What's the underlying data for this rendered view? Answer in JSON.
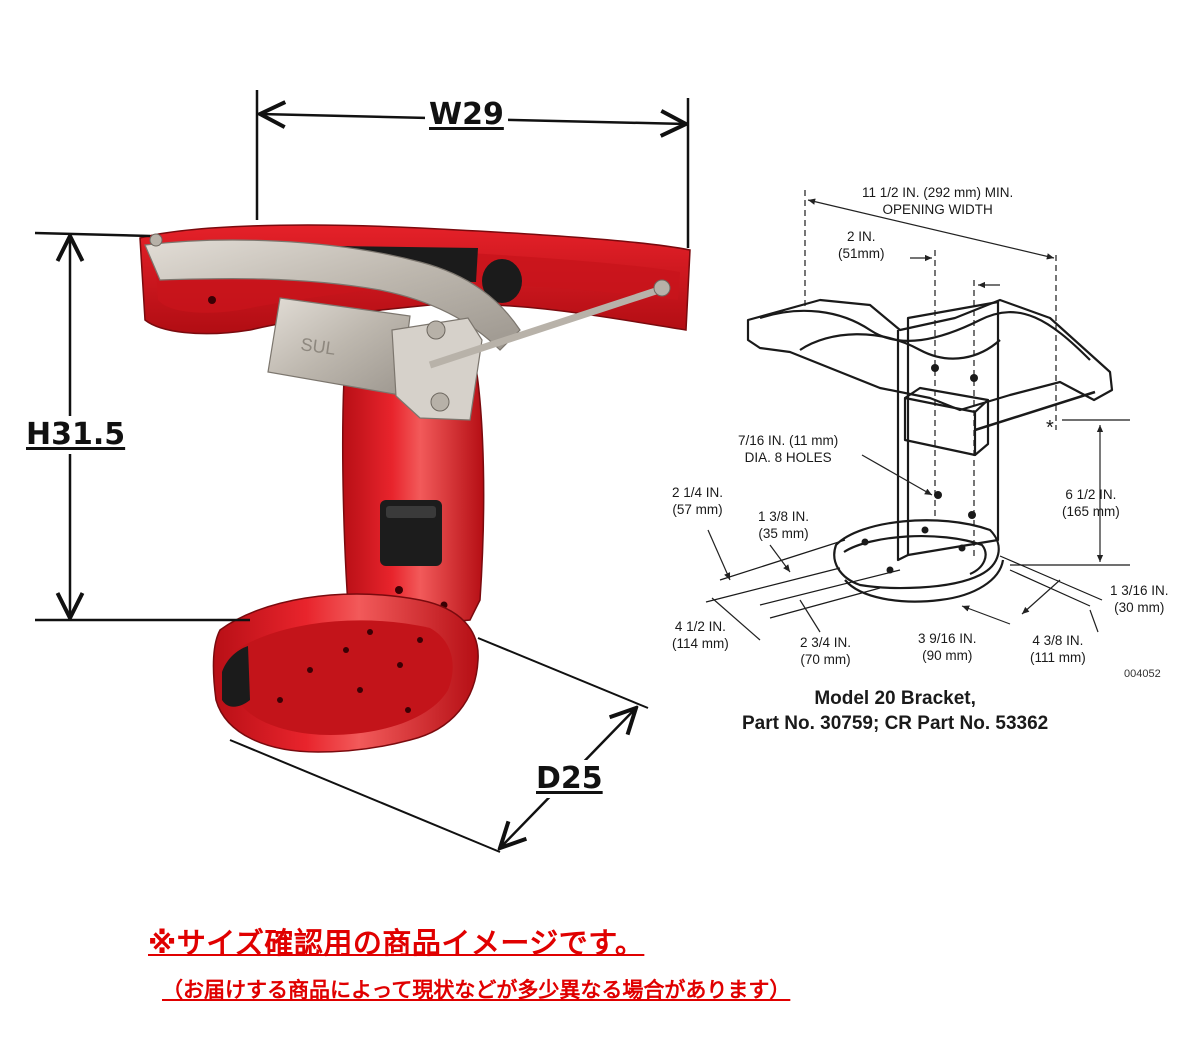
{
  "photo": {
    "width_label": "W29",
    "height_label": "H31.5",
    "depth_label": "D25",
    "stamp_text": "SUL",
    "colors": {
      "bracket_red": "#d8141c",
      "highlight": "#f25a5a",
      "strap_steel": "#c9c4bc",
      "rubber": "#1b1b1b"
    }
  },
  "drawing": {
    "labels": {
      "opening": "11 1/2 IN. (292 mm) MIN.\nOPENING WIDTH",
      "two_in": "2 IN.\n(51mm)",
      "holes": "7/16 IN. (11 mm)\nDIA. 8 HOLES",
      "six_half": "6 1/2 IN.\n(165 mm)",
      "two_quarter": "2 1/4 IN.\n(57 mm)",
      "one_three_eighths": "1 3/8 IN.\n(35 mm)",
      "one_three_sixteenths": "1 3/16 IN.\n(30 mm)",
      "four_half": "4 1/2 IN.\n(114 mm)",
      "two_three_quarters": "2 3/4 IN.\n(70 mm)",
      "three_nine_sixteenths": "3 9/16 IN.\n(90 mm)",
      "four_three_eighths": "4 3/8 IN.\n(111 mm)",
      "asterisk": "*"
    },
    "figure_id": "004052",
    "caption": "Model 20 Bracket,\nPart No. 30759; CR Part No. 53362"
  },
  "notes": {
    "main": "※サイズ確認用の商品イメージです。",
    "sub": "（お届けする商品によって現状などが多少異なる場合があります）",
    "color": "#e00000"
  }
}
